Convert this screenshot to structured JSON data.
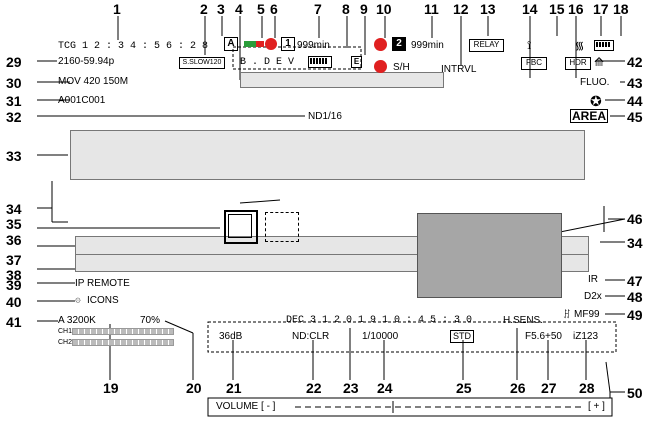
{
  "screen": {
    "timecode": "TCG 1 2 : 3 4 : 5 6 : 2 8",
    "rec_format": "2160-59.94p",
    "codec": "MOV 420 150M",
    "clip_name": "A001C001",
    "slow_badge": "S.SLOW120",
    "a_badge": "A",
    "slot1_badge": "1",
    "slot1_remain": "999min",
    "slot2_badge": "2",
    "slot2_remain": "999min",
    "bdev": "B . D E V",
    "battery_e": "E",
    "sh": "S/H",
    "intrvl": "INTRVL",
    "relay": "RELAY",
    "fbc": "FBC",
    "hdr": "HDR",
    "wb": "FLUO.",
    "nd": "ND1/16",
    "area": "AREA",
    "ip_remote": "IP REMOTE",
    "icons": "ICONS",
    "ir": "IR",
    "d2x": "D2x",
    "mf": "MF99",
    "color_temp": "A 3200K",
    "percent": "70%",
    "date": "DEC 3 1 2 0 1 9 1 0 : 4 5 : 3 0",
    "hsens": "H.SENS.",
    "gain": "36dB",
    "nd_clr": "ND:CLR",
    "shutter": "1/10000",
    "std": "STD",
    "iris": "F5.6+50",
    "zoom": "iZ123",
    "ch1": "CH1",
    "ch2": "CH2",
    "volume": "VOLUME [ - ]",
    "volume_plus": "[ + ]"
  },
  "callouts": [
    "1",
    "2",
    "3",
    "4",
    "5",
    "6",
    "7",
    "8",
    "9",
    "10",
    "11",
    "12",
    "13",
    "14",
    "15",
    "16",
    "17",
    "18",
    "19",
    "20",
    "21",
    "22",
    "23",
    "24",
    "25",
    "26",
    "27",
    "28",
    "29",
    "30",
    "31",
    "32",
    "33",
    "34",
    "34",
    "35",
    "36",
    "37",
    "38",
    "39",
    "40",
    "41",
    "42",
    "43",
    "44",
    "45",
    "46",
    "47",
    "48",
    "49",
    "50"
  ]
}
